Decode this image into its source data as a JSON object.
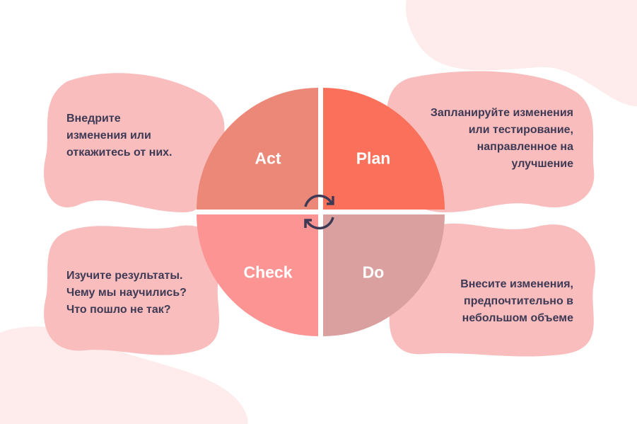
{
  "cycle": {
    "quadrants": [
      {
        "id": "act",
        "label": "Act",
        "color": "#ec8878"
      },
      {
        "id": "plan",
        "label": "Plan",
        "color": "#fb705a"
      },
      {
        "id": "check",
        "label": "Check",
        "color": "#fd9494"
      },
      {
        "id": "do",
        "label": "Do",
        "color": "#d9a09f"
      }
    ],
    "center_icon": "refresh-cycle-icon"
  },
  "notes": {
    "act": [
      "Внедрите",
      "изменения или",
      "откажитесь от них."
    ],
    "plan": [
      "Запланируйте изменения",
      "или тестирование,",
      "направленное на",
      "улучшение"
    ],
    "check": [
      "Изучите результаты.",
      "Чему мы научились?",
      "Что пошло не так?"
    ],
    "do": [
      "Внесите изменения,",
      "предпочтительно в",
      "небольшом объеме"
    ]
  },
  "colors": {
    "blob": "#f9bdbd",
    "background_shape": "#fdeceb",
    "text": "#3e3a56"
  }
}
